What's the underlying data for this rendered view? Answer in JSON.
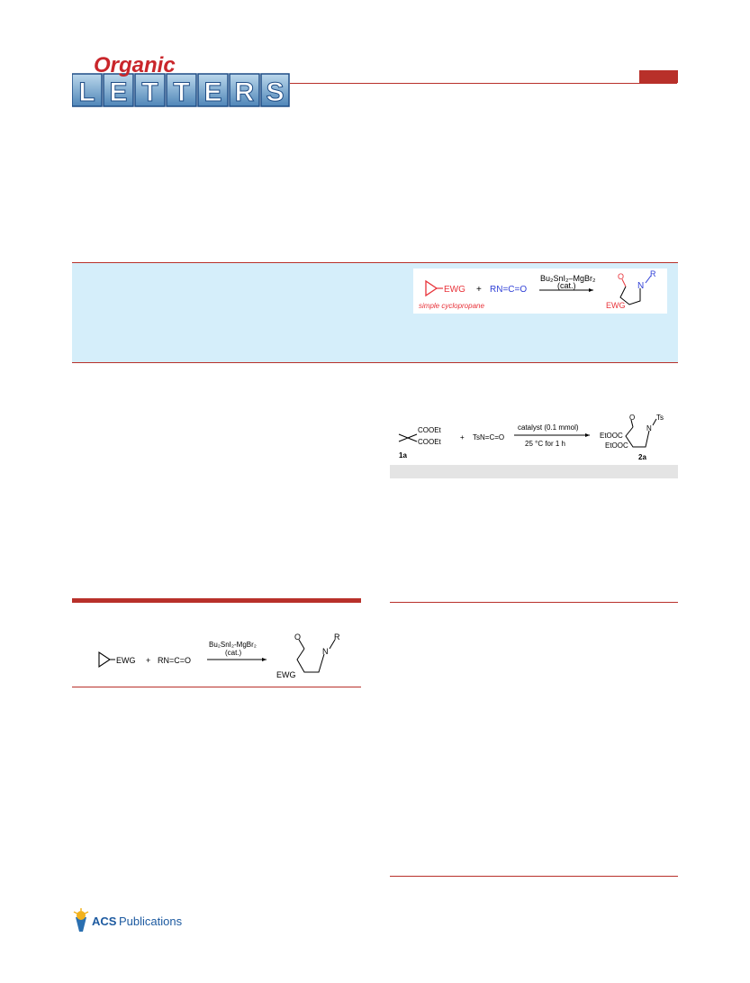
{
  "journal": {
    "logo_top": "Organic",
    "logo_letters": [
      "L",
      "E",
      "T",
      "T",
      "E",
      "R",
      "S"
    ]
  },
  "toc_graphic": {
    "substrate": "EWG",
    "plus": "+",
    "isocyanate": "RN=C=O",
    "catalyst": "Bu₂SnI₂–MgBr₂",
    "catalyst_note": "(cat.)",
    "caption": "simple cyclopropane",
    "product_o": "O",
    "product_n": "N",
    "product_r": "R",
    "product_ewg": "EWG"
  },
  "scheme1": {
    "substrate": "EWG",
    "plus": "+",
    "isocyanate": "RN=C=O",
    "catalyst": "Bu₂SnI₂-MgBr₂",
    "catalyst_note": "(cat.)",
    "product_o": "O",
    "product_n": "N",
    "product_r": "R",
    "product_ewg": "EWG"
  },
  "table_scheme": {
    "ester1": "COOEt",
    "ester2": "COOEt",
    "substrate_label": "1a",
    "plus": "+",
    "isocyanate": "TsN=C=O",
    "conditions_top": "catalyst (0.1 mmol)",
    "conditions_bottom": "25 °C for 1 h",
    "product_o": "O",
    "product_n": "N",
    "product_ts": "Ts",
    "product_ester1": "EtOOC",
    "product_ester2": "EtOOC",
    "product_label": "2a"
  },
  "publisher": {
    "bold": "ACS",
    "rest": " Publications"
  },
  "colors": {
    "accent": "#b8302a",
    "abstract_bg": "#d5eefa",
    "red_chem": "#e8333a",
    "blue_chem": "#2f3fd6"
  }
}
